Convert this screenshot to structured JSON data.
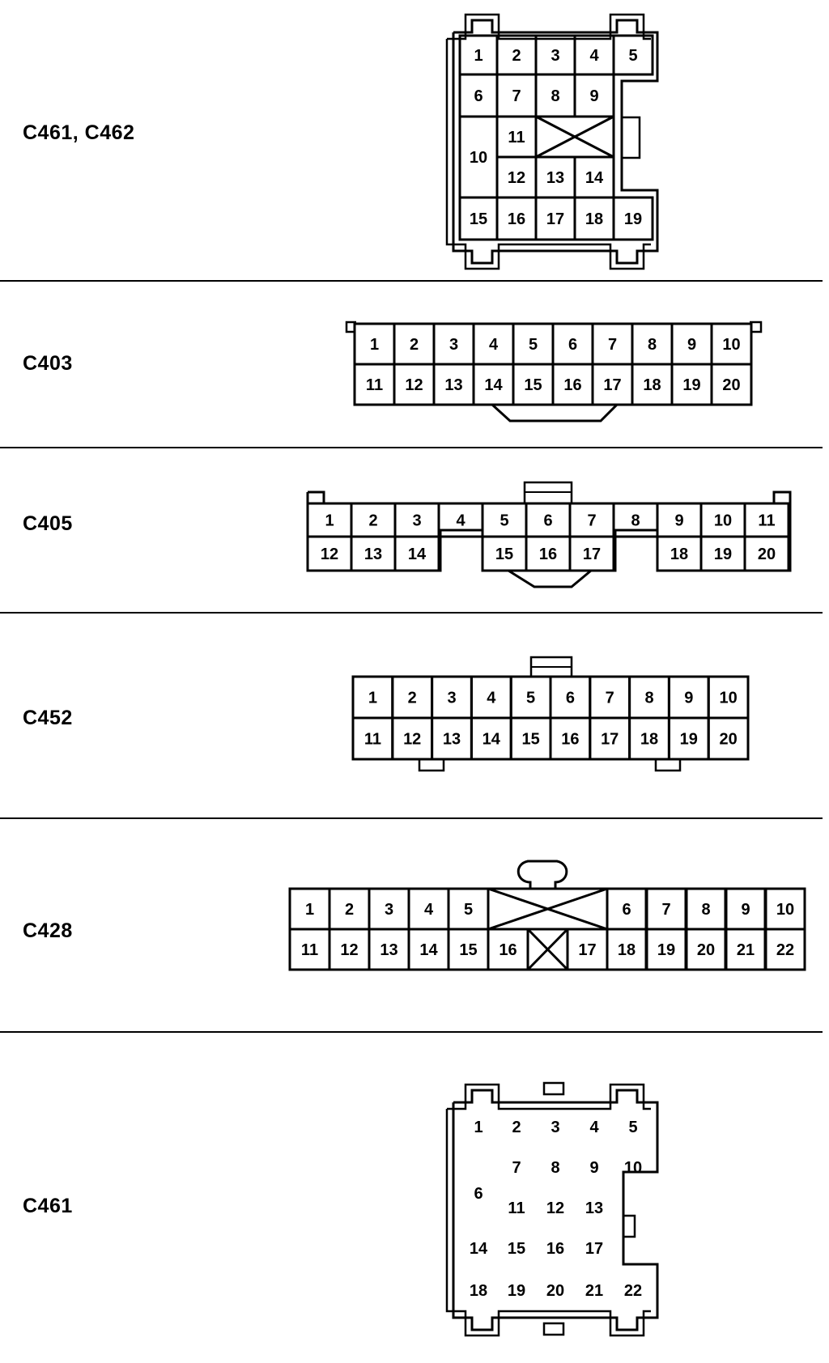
{
  "connectors": [
    {
      "name": "C461, C462",
      "pins": [
        {
          "n": "1"
        },
        {
          "n": "2"
        },
        {
          "n": "3"
        },
        {
          "n": "4"
        },
        {
          "n": "5"
        },
        {
          "n": "6"
        },
        {
          "n": "7"
        },
        {
          "n": "8"
        },
        {
          "n": "9"
        },
        {
          "n": "10"
        },
        {
          "n": "11"
        },
        {
          "n": "12"
        },
        {
          "n": "13"
        },
        {
          "n": "14"
        },
        {
          "n": "15"
        },
        {
          "n": "16"
        },
        {
          "n": "17"
        },
        {
          "n": "18"
        },
        {
          "n": "19"
        }
      ]
    },
    {
      "name": "C403",
      "pins": [
        {
          "n": "1"
        },
        {
          "n": "2"
        },
        {
          "n": "3"
        },
        {
          "n": "4"
        },
        {
          "n": "5"
        },
        {
          "n": "6"
        },
        {
          "n": "7"
        },
        {
          "n": "8"
        },
        {
          "n": "9"
        },
        {
          "n": "10"
        },
        {
          "n": "11"
        },
        {
          "n": "12"
        },
        {
          "n": "13"
        },
        {
          "n": "14"
        },
        {
          "n": "15"
        },
        {
          "n": "16"
        },
        {
          "n": "17"
        },
        {
          "n": "18"
        },
        {
          "n": "19"
        },
        {
          "n": "20"
        }
      ]
    },
    {
      "name": "C405",
      "pins": [
        {
          "n": "1"
        },
        {
          "n": "2"
        },
        {
          "n": "3"
        },
        {
          "n": "4"
        },
        {
          "n": "5"
        },
        {
          "n": "6"
        },
        {
          "n": "7"
        },
        {
          "n": "8"
        },
        {
          "n": "9"
        },
        {
          "n": "10"
        },
        {
          "n": "11"
        },
        {
          "n": "12"
        },
        {
          "n": "13"
        },
        {
          "n": "14"
        },
        {
          "n": "15"
        },
        {
          "n": "16"
        },
        {
          "n": "17"
        },
        {
          "n": "18"
        },
        {
          "n": "19"
        },
        {
          "n": "20"
        }
      ]
    },
    {
      "name": "C452",
      "pins": [
        {
          "n": "1"
        },
        {
          "n": "2"
        },
        {
          "n": "3"
        },
        {
          "n": "4"
        },
        {
          "n": "5"
        },
        {
          "n": "6"
        },
        {
          "n": "7"
        },
        {
          "n": "8"
        },
        {
          "n": "9"
        },
        {
          "n": "10"
        },
        {
          "n": "11"
        },
        {
          "n": "12"
        },
        {
          "n": "13"
        },
        {
          "n": "14"
        },
        {
          "n": "15"
        },
        {
          "n": "16"
        },
        {
          "n": "17"
        },
        {
          "n": "18"
        },
        {
          "n": "19"
        },
        {
          "n": "20"
        }
      ]
    },
    {
      "name": "C428",
      "pins": [
        {
          "n": "1"
        },
        {
          "n": "2"
        },
        {
          "n": "3"
        },
        {
          "n": "4"
        },
        {
          "n": "5"
        },
        {
          "n": "6"
        },
        {
          "n": "7"
        },
        {
          "n": "8"
        },
        {
          "n": "9"
        },
        {
          "n": "10"
        },
        {
          "n": "11"
        },
        {
          "n": "12"
        },
        {
          "n": "13"
        },
        {
          "n": "14"
        },
        {
          "n": "15"
        },
        {
          "n": "16"
        },
        {
          "n": "17"
        },
        {
          "n": "18"
        },
        {
          "n": "19"
        },
        {
          "n": "20"
        },
        {
          "n": "21"
        },
        {
          "n": "22"
        }
      ]
    },
    {
      "name": "C461",
      "pins": [
        {
          "n": "1"
        },
        {
          "n": "2"
        },
        {
          "n": "3"
        },
        {
          "n": "4"
        },
        {
          "n": "5"
        },
        {
          "n": "6"
        },
        {
          "n": "7"
        },
        {
          "n": "8"
        },
        {
          "n": "9"
        },
        {
          "n": "10"
        },
        {
          "n": "11"
        },
        {
          "n": "12"
        },
        {
          "n": "13"
        },
        {
          "n": "14"
        },
        {
          "n": "15"
        },
        {
          "n": "16"
        },
        {
          "n": "17"
        },
        {
          "n": "18"
        },
        {
          "n": "19"
        },
        {
          "n": "20"
        },
        {
          "n": "21"
        },
        {
          "n": "22"
        }
      ]
    }
  ]
}
